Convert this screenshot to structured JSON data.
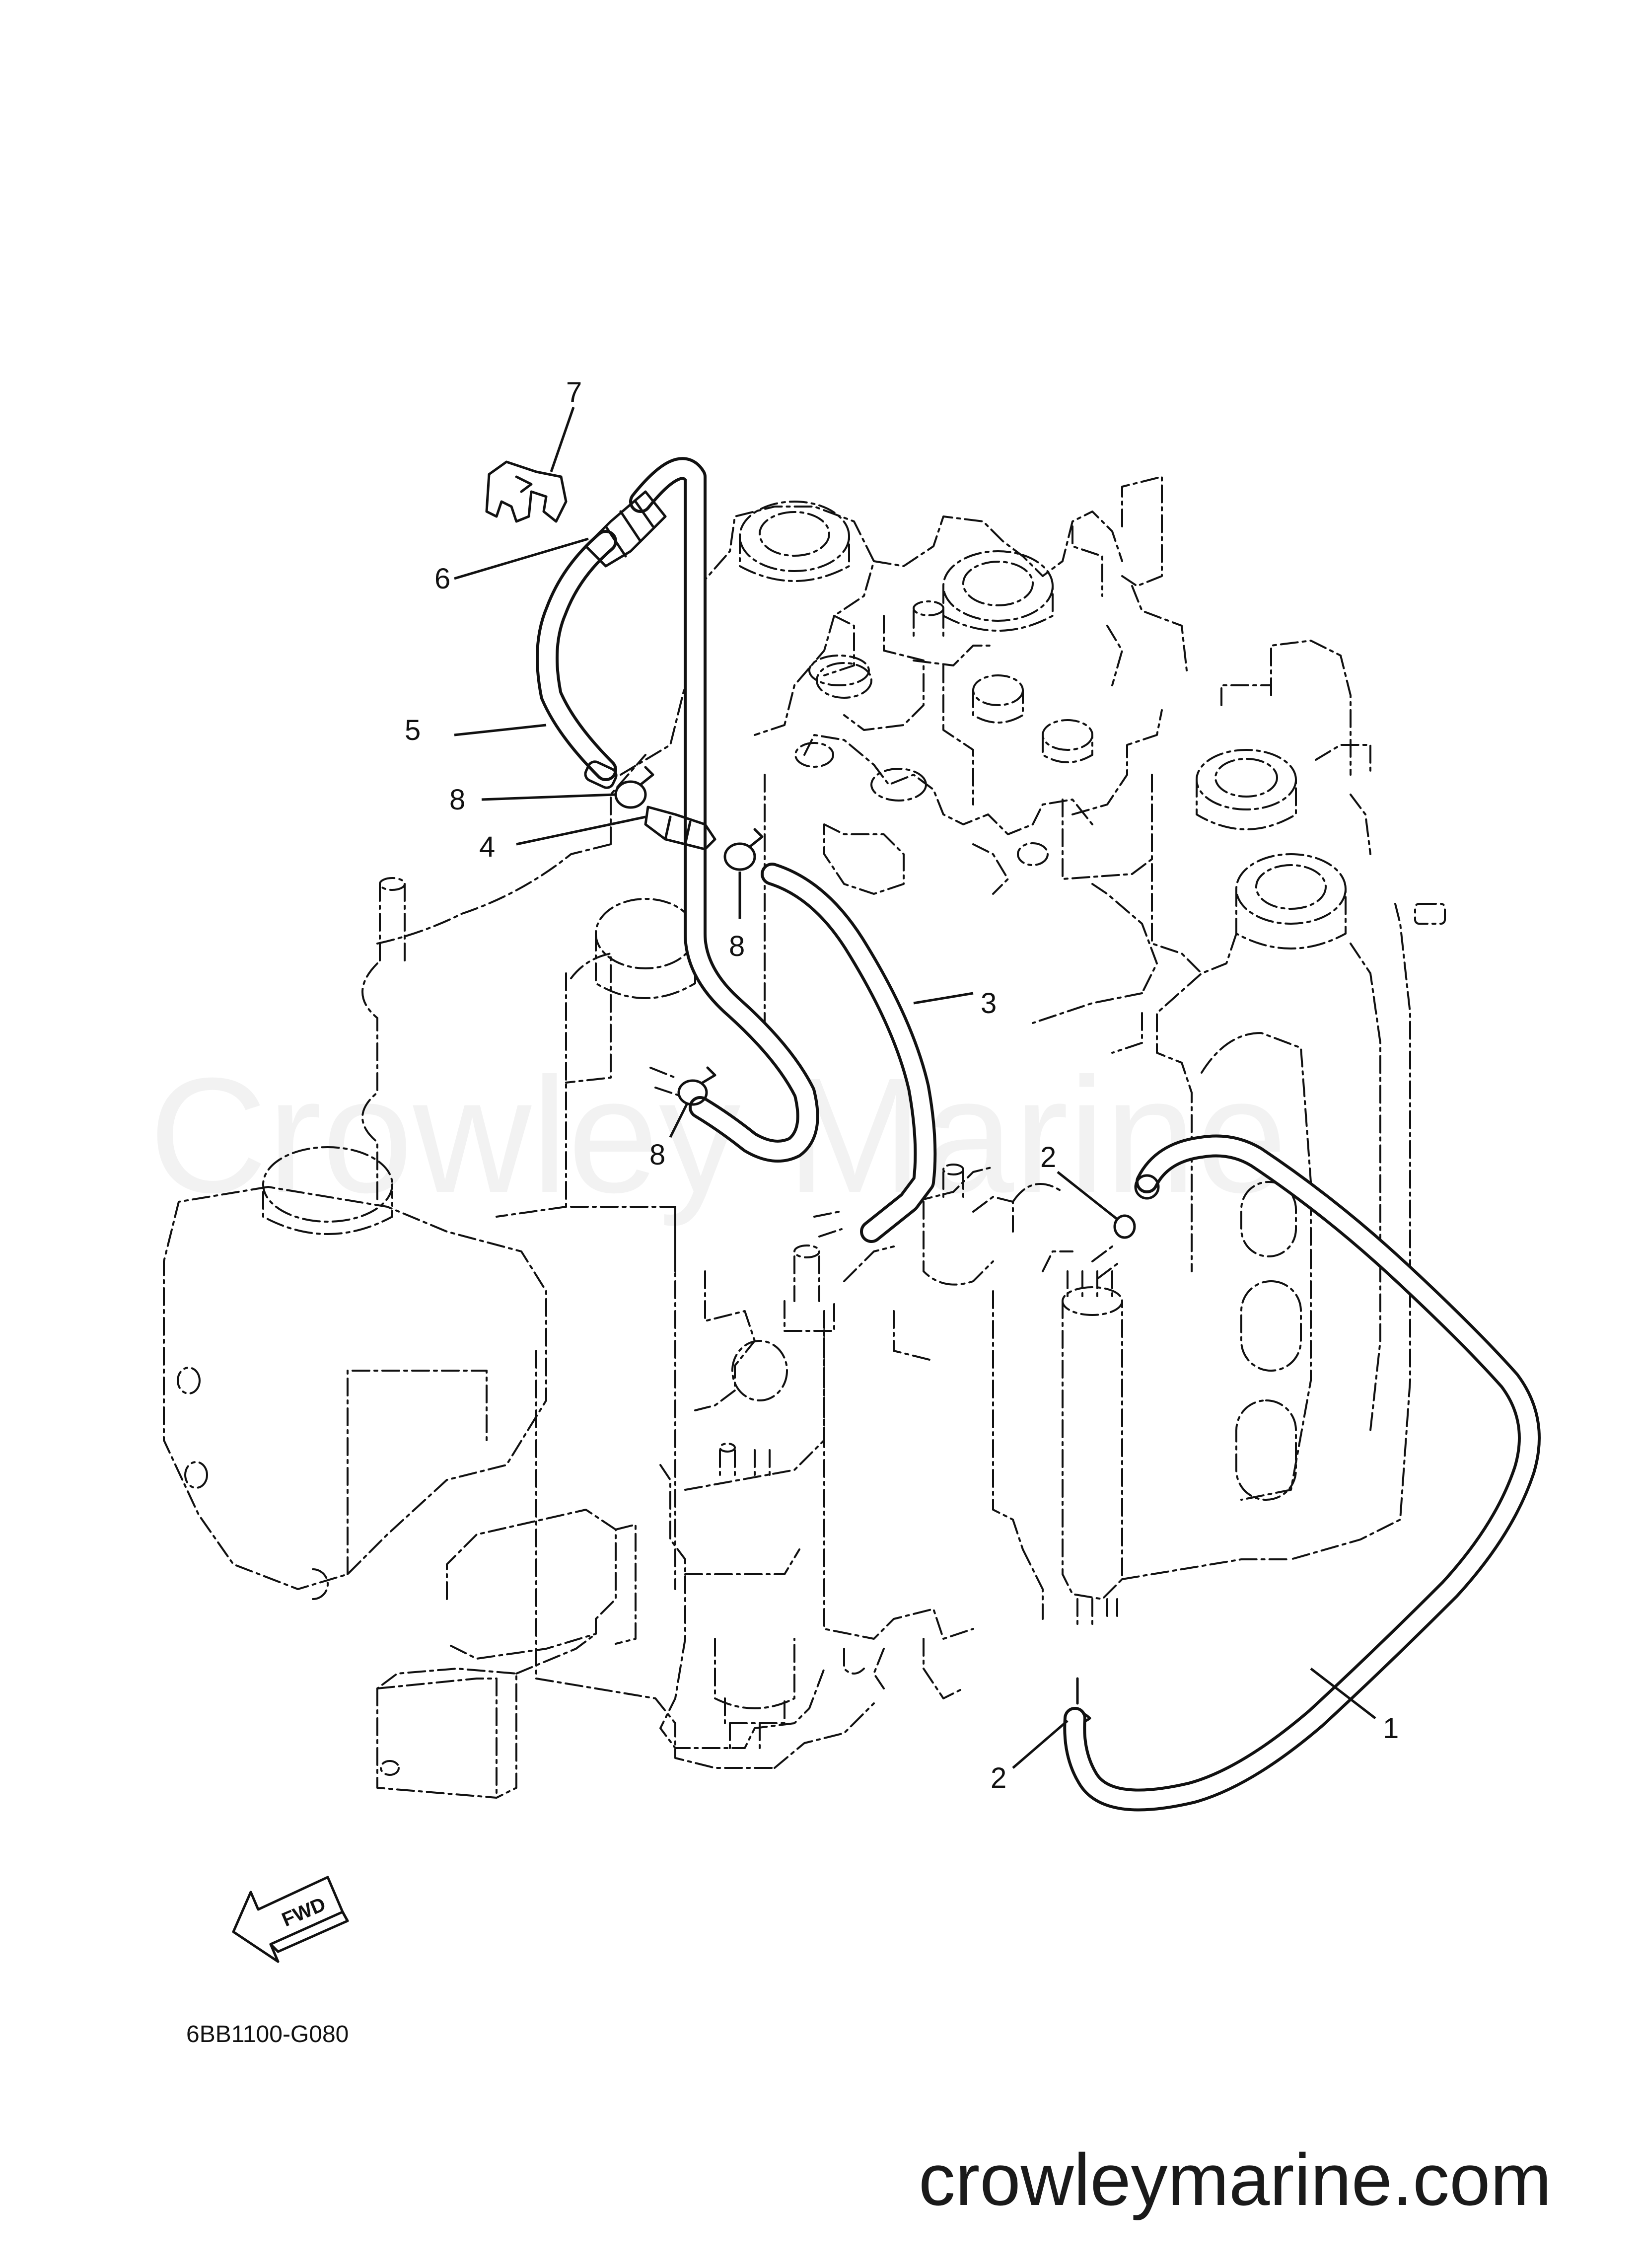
{
  "diagram": {
    "callouts": [
      {
        "id": "c1",
        "label": "1"
      },
      {
        "id": "c2a",
        "label": "2"
      },
      {
        "id": "c2b",
        "label": "2"
      },
      {
        "id": "c3",
        "label": "3"
      },
      {
        "id": "c4",
        "label": "4"
      },
      {
        "id": "c5",
        "label": "5"
      },
      {
        "id": "c6",
        "label": "6"
      },
      {
        "id": "c7",
        "label": "7"
      },
      {
        "id": "c8a",
        "label": "8"
      },
      {
        "id": "c8b",
        "label": "8"
      },
      {
        "id": "c8c",
        "label": "8"
      }
    ],
    "fwd_label": "FWD",
    "diagram_code": "6BB1100-G080",
    "watermark": "Crowley Marine",
    "website": "crowleymarine.com"
  }
}
